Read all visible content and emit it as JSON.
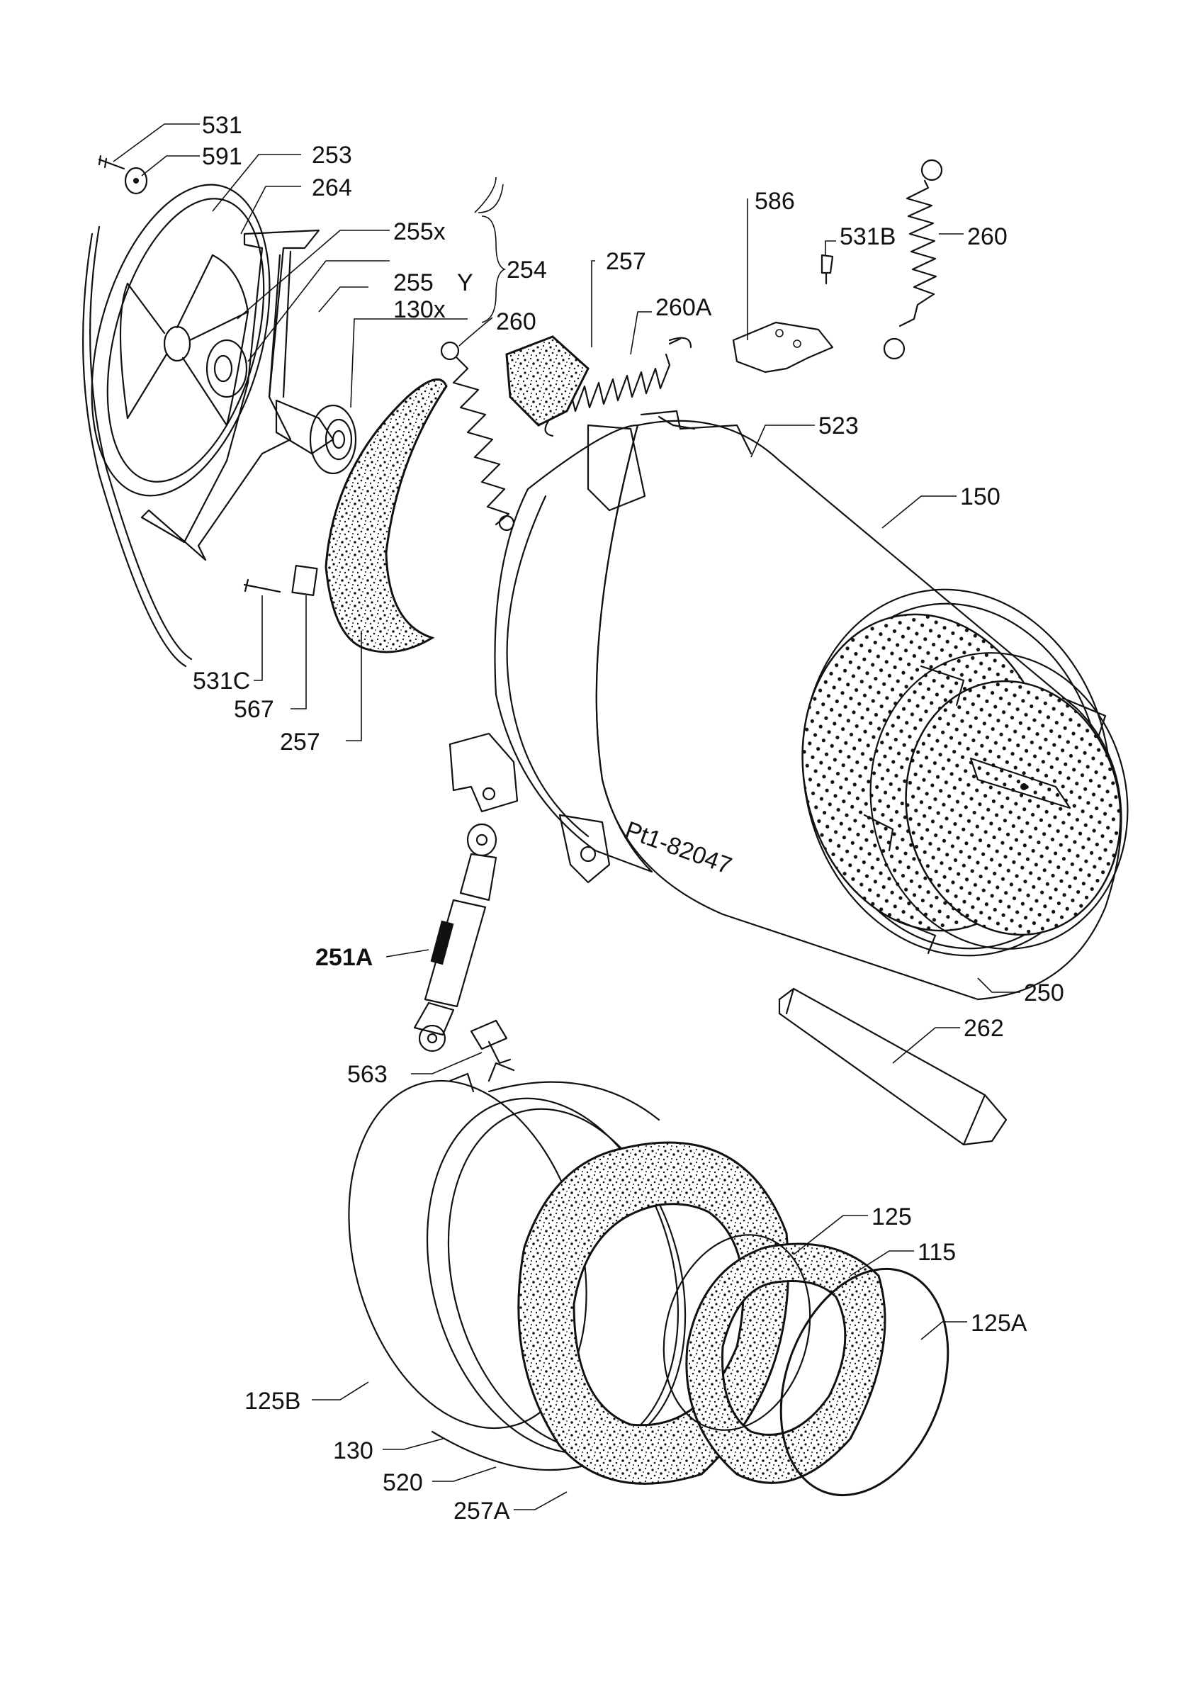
{
  "parts": {
    "p531": "531",
    "p591": "591",
    "p253": "253",
    "p264": "264",
    "p255x": "255x",
    "p254": "254",
    "p255": "255",
    "p255y": "Y",
    "p130x": "130x",
    "p260a": "260",
    "p257a": "257",
    "p260A": "260A",
    "p586": "586",
    "p531b": "531B",
    "p260b": "260",
    "p523": "523",
    "p150": "150",
    "p531c": "531C",
    "p567": "567",
    "p257b": "257",
    "p251A": "251A",
    "p250": "250",
    "p262": "262",
    "p563": "563",
    "p125": "125",
    "p115": "115",
    "p125A": "125A",
    "p125B": "125B",
    "p130": "130",
    "p520": "520",
    "p257A": "257A"
  },
  "drum_marking": "Pt1-82047",
  "colors": {
    "ink": "#111111",
    "paper": "#ffffff"
  }
}
